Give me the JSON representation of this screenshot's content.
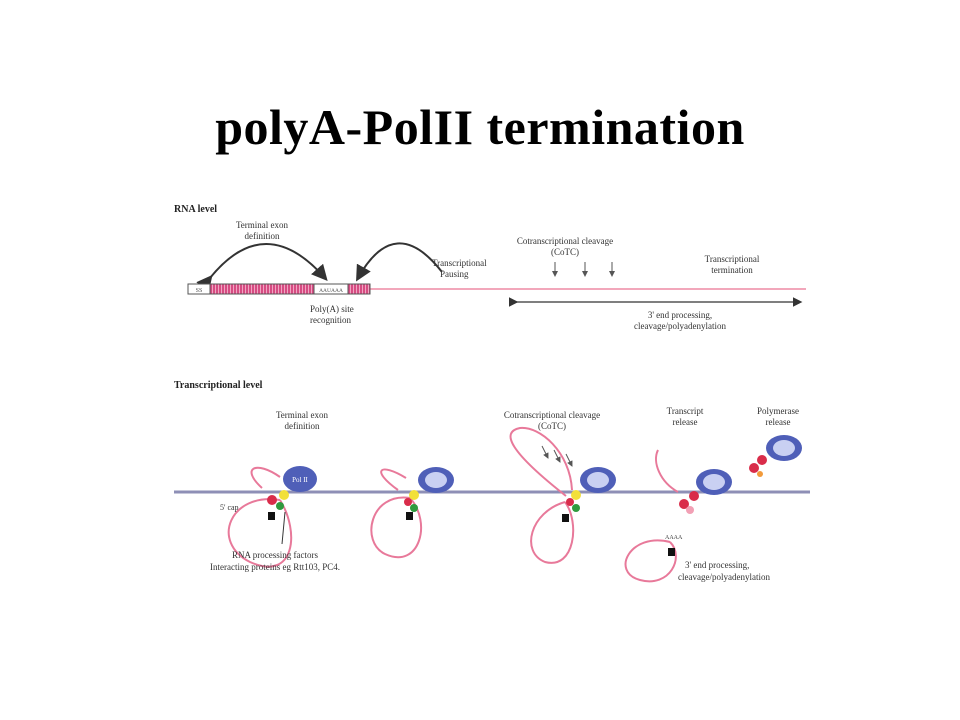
{
  "slide": {
    "title": "polyA-PolII termination"
  },
  "rna_level": {
    "heading": "RNA level",
    "terminal_exon_line1": "Terminal exon",
    "terminal_exon_line2": "definition",
    "exon_label": "SS",
    "polya_box_label": "AAUAAA",
    "polya_site_line1": "Poly(A) site",
    "polya_site_line2": "recognition",
    "pausing_line1": "Transcriptional",
    "pausing_line2": "Pausing",
    "cotc_line1": "Cotranscriptional cleavage",
    "cotc_line2": "(CoTC)",
    "termination_line1": "Transcriptional",
    "termination_line2": "termination",
    "processing_line1": "3' end processing,",
    "processing_line2": "cleavage/polyadenylation"
  },
  "transcriptional_level": {
    "heading": "Transcriptional level",
    "terminal_exon_line1": "Terminal exon",
    "terminal_exon_line2": "definition",
    "pol_label": "Pol II",
    "cap_label": "5' cap",
    "factors_line1": "RNA processing factors",
    "factors_line2": "Interacting proteins eg Rtt103, PC4.",
    "cotc_line1": "Cotranscriptional cleavage",
    "cotc_line2": "(CoTC)",
    "transcript_release_line1": "Transcript",
    "transcript_release_line2": "release",
    "polymerase_release_line1": "Polymerase",
    "polymerase_release_line2": "release",
    "tail_label": "AAAA",
    "processing_line1": "3' end processing,",
    "processing_line2": "cleavage/polyadenylation"
  },
  "colors": {
    "rna": "#e8799a",
    "polymerase": "#4f5fb8",
    "factor_red": "#d92c4a",
    "factor_green": "#2f9a3e",
    "factor_yellow": "#f2e03a",
    "dna": "#8e8fb6"
  }
}
